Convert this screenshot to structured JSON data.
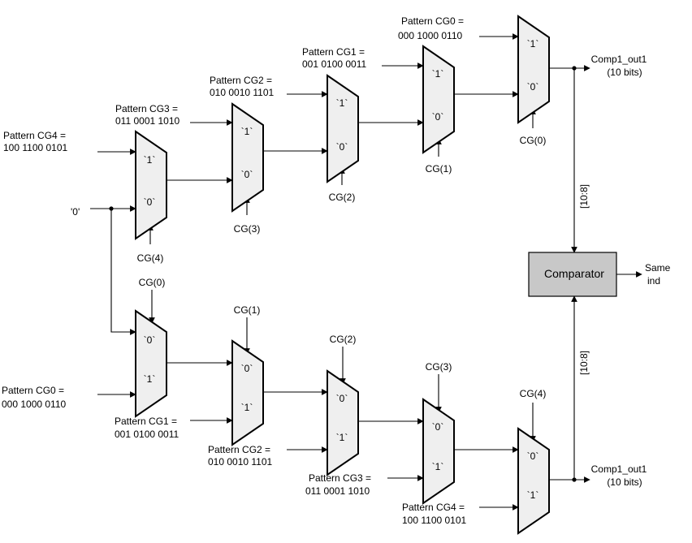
{
  "diagram": {
    "top_chain": {
      "inputs": [
        {
          "pattern": "Pattern CG4 =",
          "bits": "100 1100 0101"
        },
        {
          "pattern": "Pattern CG3 =",
          "bits": "011 0001 1010"
        },
        {
          "pattern": "Pattern CG2 =",
          "bits": "010 0010 1101"
        },
        {
          "pattern": "Pattern CG1 =",
          "bits": "001 0100 0011"
        },
        {
          "pattern": "Pattern CG0 =",
          "bits": "000 1000 0110"
        }
      ],
      "selects": [
        "CG(4)",
        "CG(3)",
        "CG(2)",
        "CG(1)",
        "CG(0)"
      ],
      "mux_top_label": "`1`",
      "mux_bottom_label": "`0`",
      "output_label": "Comp1_out1",
      "output_bits": "(10 bits)",
      "bus_label": "[10:8]"
    },
    "bottom_chain": {
      "inputs": [
        {
          "pattern": "Pattern CG0 =",
          "bits": "000 1000 0110"
        },
        {
          "pattern": "Pattern CG1 =",
          "bits": "001 0100 0011"
        },
        {
          "pattern": "Pattern CG2 =",
          "bits": "010 0010 1101"
        },
        {
          "pattern": "Pattern CG3 =",
          "bits": "011 0001 1010"
        },
        {
          "pattern": "Pattern CG4 =",
          "bits": "100 1100 0101"
        }
      ],
      "selects": [
        "CG(0)",
        "CG(1)",
        "CG(2)",
        "CG(3)",
        "CG(4)"
      ],
      "mux_top_label": "`0`",
      "mux_bottom_label": "`1`",
      "output_label": "Comp1_out1",
      "output_bits": "(10 bits)",
      "bus_label": "[10:8]"
    },
    "zero_input": "'0'",
    "comparator_label": "Comparator",
    "comparator_output_line1": "Same",
    "comparator_output_line2": "ind",
    "colors": {
      "mux_fill": "#efefef",
      "comparator_fill": "#c8c8c8",
      "line": "#000000"
    }
  }
}
